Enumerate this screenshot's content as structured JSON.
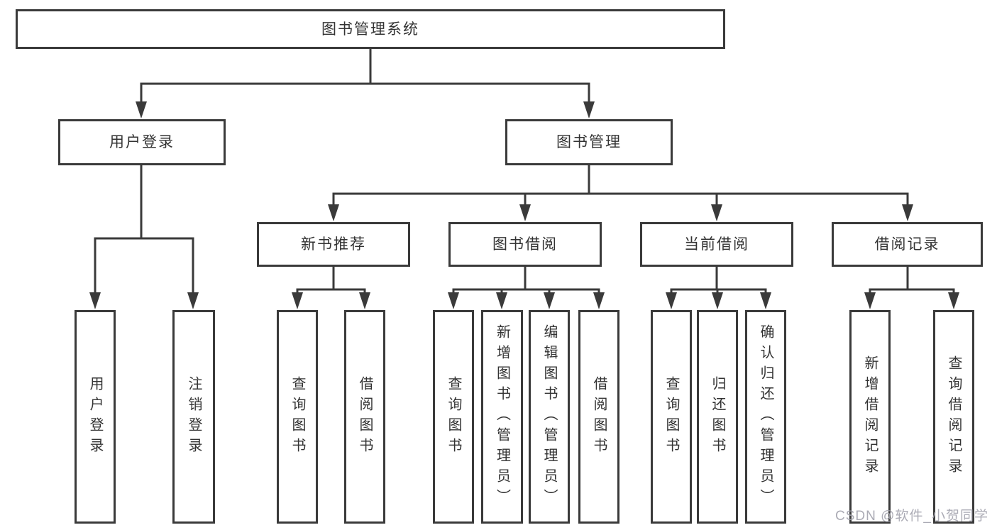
{
  "diagram": {
    "type": "tree",
    "root": {
      "label": "图书管理系统",
      "children": [
        {
          "label": "用户登录",
          "children": [
            {
              "label": "用户登录"
            },
            {
              "label": "注销登录"
            }
          ]
        },
        {
          "label": "图书管理",
          "children": [
            {
              "label": "新书推荐",
              "children": [
                {
                  "label": "查询图书"
                },
                {
                  "label": "借阅图书"
                }
              ]
            },
            {
              "label": "图书借阅",
              "children": [
                {
                  "label": "查询图书"
                },
                {
                  "label": "新增图书（管理员）"
                },
                {
                  "label": "编辑图书（管理员）"
                },
                {
                  "label": "借阅图书"
                }
              ]
            },
            {
              "label": "当前借阅",
              "children": [
                {
                  "label": "查询图书"
                },
                {
                  "label": "归还图书"
                },
                {
                  "label": "确认归还（管理员）"
                }
              ]
            },
            {
              "label": "借阅记录",
              "children": [
                {
                  "label": "新增借阅记录"
                },
                {
                  "label": "查询借阅记录"
                }
              ]
            }
          ]
        }
      ]
    },
    "colors": {
      "line": "#3a3a3a",
      "box_background": "#ffffff",
      "text": "#333333",
      "watermark": "#a3a3ad"
    }
  },
  "watermark": {
    "text": "CSDN @软件_小贺同学"
  }
}
